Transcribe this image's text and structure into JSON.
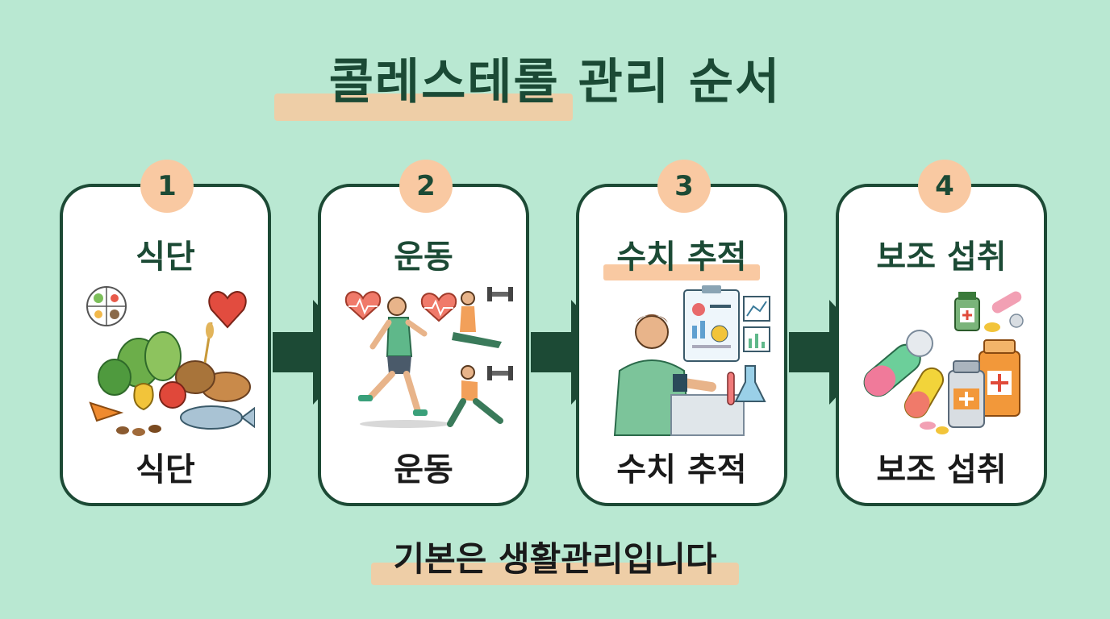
{
  "title": "콜레스테롤 관리 순서",
  "footer": "기본은 생활관리입니다",
  "colors": {
    "background": "#b9e8d2",
    "dark_green": "#1c4a35",
    "peach_accent": "#f9c9a2",
    "card_bg": "#ffffff"
  },
  "steps": [
    {
      "number": "1",
      "title": "식단",
      "subtitle": "식단",
      "icon": "food-vegetables-icon"
    },
    {
      "number": "2",
      "title": "운동",
      "subtitle": "운동",
      "icon": "exercise-running-icon"
    },
    {
      "number": "3",
      "title": "수치 추적",
      "subtitle": "수치 추적",
      "icon": "health-tracking-chart-icon"
    },
    {
      "number": "4",
      "title": "보조 섭취",
      "subtitle": "보조 섭취",
      "icon": "supplement-pills-icon"
    }
  ]
}
